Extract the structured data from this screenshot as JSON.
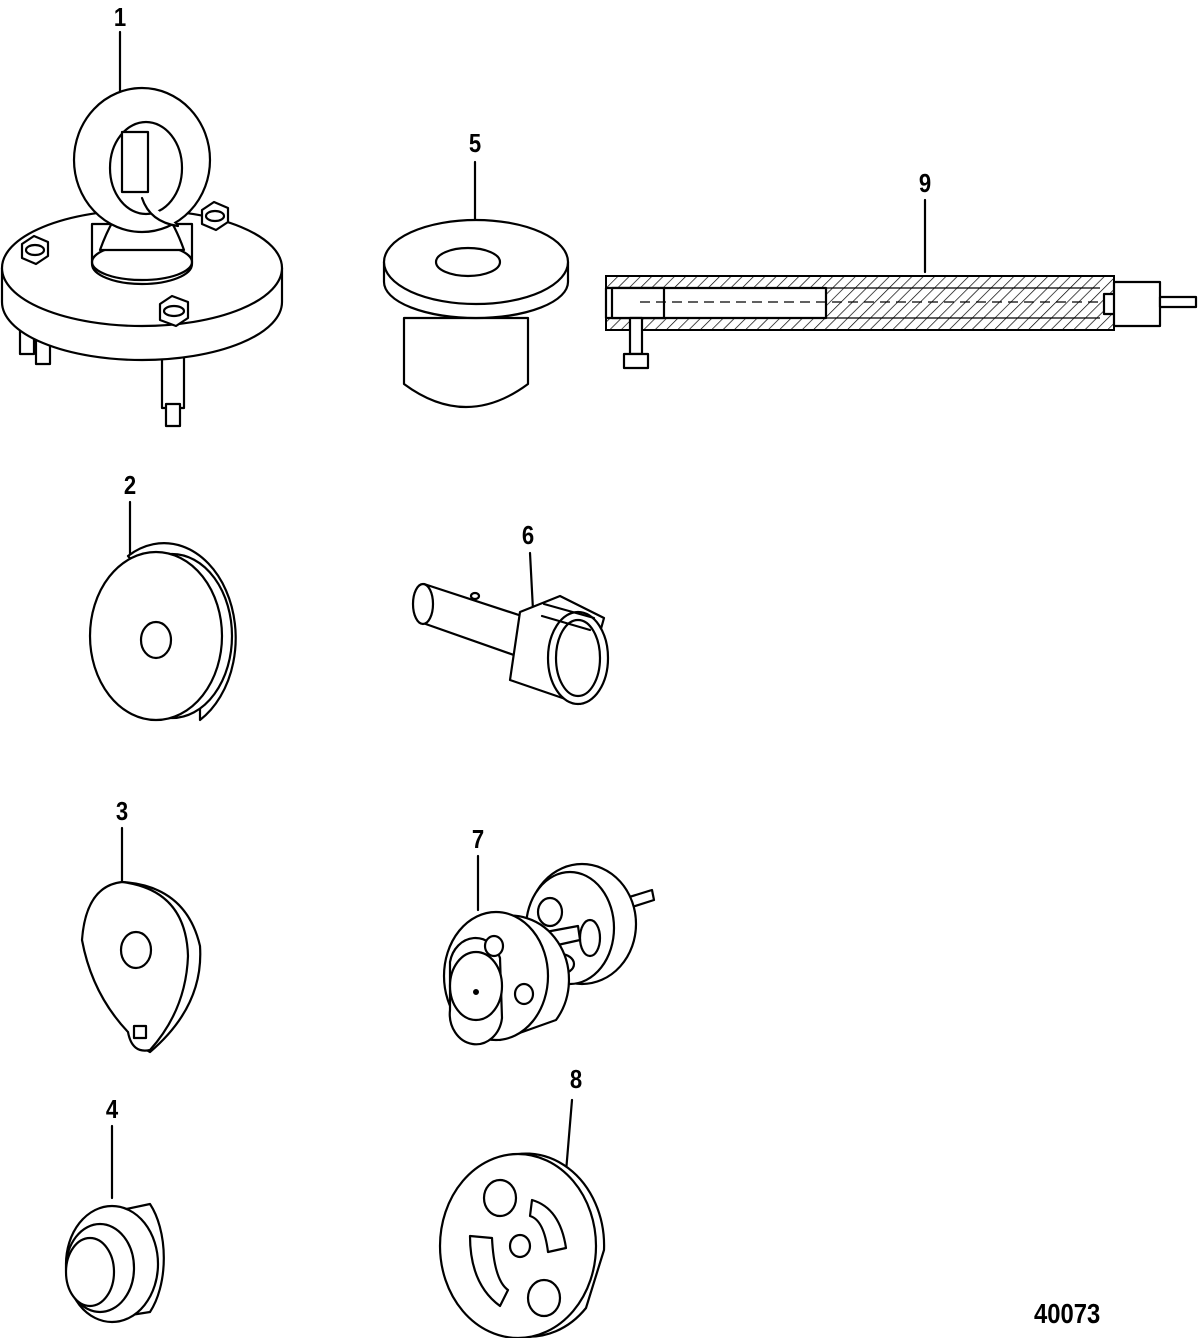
{
  "diagram": {
    "figure_id": "40073",
    "callouts": [
      {
        "label": "1"
      },
      {
        "label": "2"
      },
      {
        "label": "3"
      },
      {
        "label": "4"
      },
      {
        "label": "5"
      },
      {
        "label": "6"
      },
      {
        "label": "7"
      },
      {
        "label": "8"
      },
      {
        "label": "9"
      }
    ]
  }
}
